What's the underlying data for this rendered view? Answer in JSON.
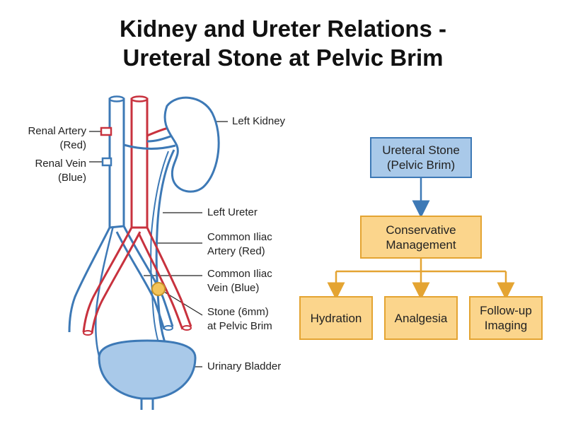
{
  "title": {
    "line1": "Kidney and Ureter Relations -",
    "line2": "Ureteral Stone at Pelvic Brim"
  },
  "labels": {
    "left_kidney": "Left Kidney",
    "renal_artery_1": "Renal Artery",
    "renal_artery_2": "(Red)",
    "renal_vein_1": "Renal Vein",
    "renal_vein_2": "(Blue)",
    "left_ureter": "Left Ureter",
    "common_iliac_artery_1": "Common Iliac",
    "common_iliac_artery_2": "Artery (Red)",
    "common_iliac_vein_1": "Common Iliac",
    "common_iliac_vein_2": "Vein (Blue)",
    "stone_1": "Stone (6mm)",
    "stone_2": "at Pelvic Brim",
    "urinary_bladder": "Urinary Bladder"
  },
  "flowchart": {
    "root": {
      "line1": "Ureteral Stone",
      "line2": "(Pelvic Brim)"
    },
    "management": {
      "line1": "Conservative",
      "line2": "Management"
    },
    "options": {
      "hydration": "Hydration",
      "analgesia": "Analgesia",
      "followup_1": "Follow-up",
      "followup_2": "Imaging"
    }
  },
  "colors": {
    "artery_red": "#c8323e",
    "vessel_blue": "#3d79b6",
    "bladder_fill": "#a9c9e9",
    "stone_fill": "#f3c45a",
    "box_blue_fill": "#a9c9e9",
    "box_orange_fill": "#fbd58c",
    "box_orange_border": "#e4a432"
  }
}
